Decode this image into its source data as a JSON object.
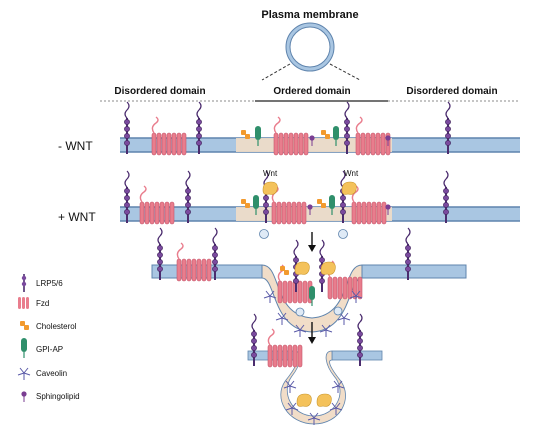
{
  "title": "Plasma membrane",
  "domains": {
    "left": "Disordered domain",
    "center": "Ordered domain",
    "right": "Disordered domain"
  },
  "conditions": {
    "minus": "- WNT",
    "plus": "+ WNT"
  },
  "wnt_label": "Wnt",
  "legend": [
    {
      "icon": "lrp-icon",
      "label": "LRP5/6"
    },
    {
      "icon": "fzd-icon",
      "label": "Fzd"
    },
    {
      "icon": "cholesterol-icon",
      "label": "Cholesterol"
    },
    {
      "icon": "gpi-ap-icon",
      "label": "GPI-AP"
    },
    {
      "icon": "caveolin-icon",
      "label": "Caveolin"
    },
    {
      "icon": "sphingolipid-icon",
      "label": "Sphingolipid"
    }
  ],
  "colors": {
    "membrane": "#a9c6e2",
    "membrane_edge": "#5f84ad",
    "raft": "#f1ddc8",
    "fzd": "#e97d8d",
    "lrp": "#4b2c6e",
    "lrp_bead": "#7a4a9e",
    "cholesterol": "#f29a2e",
    "gpi": "#2f8f6b",
    "caveolin": "#5a5aa8",
    "wnt": "#f4c25b",
    "sphingolipid": "#7a3e92"
  }
}
